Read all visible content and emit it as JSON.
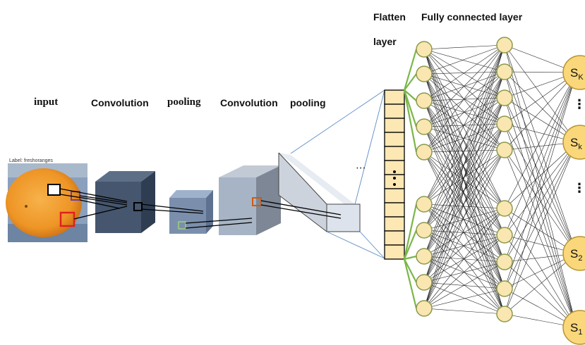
{
  "labels": {
    "input": "input",
    "conv1": "Convolution",
    "pool1": "pooling",
    "conv2": "Convolution",
    "pool2": "pooling",
    "flatten_top": "Flatten",
    "flatten_bottom": "layer",
    "fc": "Fully connected layer",
    "image_caption": "Label: freshoranges",
    "ellipsis": "···",
    "vertical_ellipsis": "⋮"
  },
  "outputs": [
    {
      "base": "S",
      "sub": "K"
    },
    {
      "base": "S",
      "sub": "k"
    },
    {
      "base": "S",
      "sub": "2"
    },
    {
      "base": "S",
      "sub": "1"
    }
  ],
  "colors": {
    "node_fill": "#fae6b0",
    "node_stroke": "#8a9a4a",
    "output_fill": "#fad77a",
    "flatten_fill": "#fde7b3",
    "green_link": "#7ab648",
    "blue_link": "#5b8cc8"
  }
}
